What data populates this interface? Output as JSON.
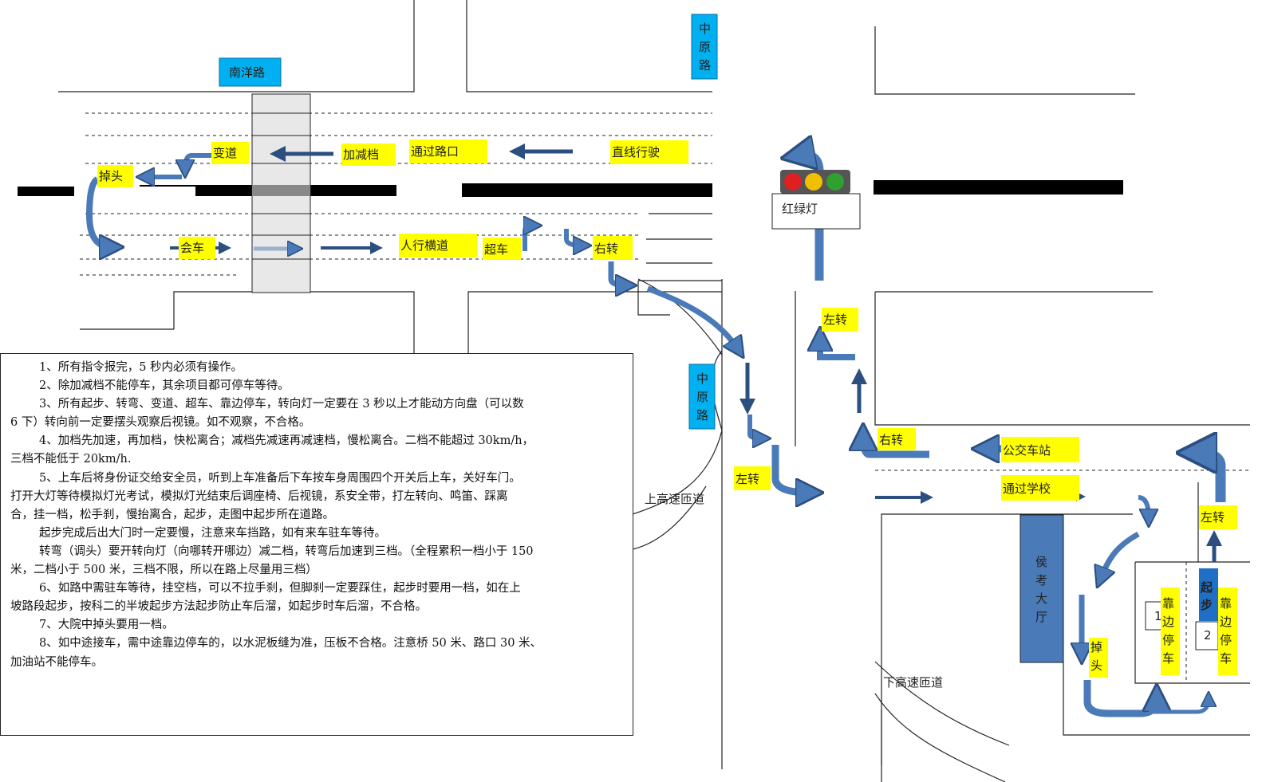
{
  "roads": {
    "nanyang": "南洋路",
    "zhongyuan_top": [
      "中",
      "原",
      "路"
    ],
    "zhongyuan_mid": [
      "中",
      "原",
      "路"
    ],
    "ramp_up": "上高速匝道",
    "ramp_down": "下高速匝道"
  },
  "labels": {
    "lane_change": "变道",
    "gear_change": "加减档",
    "pass_intersection": "通过路口",
    "straight": "直线行驶",
    "u_turn_top": "掉头",
    "meet_car": "会车",
    "crosswalk": "人行横道",
    "overtake": "超车",
    "right_turn_top": "右转",
    "traffic_light": "红绿灯",
    "left_turn_mid": "左转",
    "right_turn_mid": "右转",
    "left_turn_low": "左转",
    "bus_stop": "公交车站",
    "pass_school": "通过学校",
    "left_turn_right": "左转",
    "u_turn_yard": [
      "掉",
      "头"
    ],
    "pull_over_1": [
      "靠",
      "边",
      "停",
      "车"
    ],
    "pull_over_2": [
      "靠",
      "边",
      "停",
      "车"
    ],
    "start": [
      "起",
      "步"
    ],
    "waiting_hall": [
      "侯",
      "考",
      "大",
      "厅"
    ],
    "spot_1": "1",
    "spot_2": "2"
  },
  "colors": {
    "label_bg": "#ffff00",
    "road_sign": "#00b0f0",
    "arrow": "#4a7ab8",
    "arrow_edge": "#2c4f80",
    "hall": "#4a7ab8",
    "start": "#1f6fc4"
  },
  "rules": [
    {
      "indent": true,
      "text": "1、所有指令报完，5 秒内必须有操作。"
    },
    {
      "indent": true,
      "text": "2、除加减档不能停车，其余项目都可停车等待。"
    },
    {
      "indent": true,
      "text": "3、所有起步、转弯、变道、超车、靠边停车，转向灯一定要在 3 秒以上才能动方向盘（可以数"
    },
    {
      "indent": false,
      "text": "6 下）转向前一定要摆头观察后视镜。如不观察，不合格。"
    },
    {
      "indent": true,
      "text": "4、加档先加速，再加档，快松离合；减档先减速再减速档，慢松离合。二档不能超过 30km/h，"
    },
    {
      "indent": false,
      "text": "三档不能低于 20km/h."
    },
    {
      "indent": true,
      "text": "5、上车后将身份证交给安全员，听到上车准备后下车按车身周围四个开关后上车，关好车门。"
    },
    {
      "indent": false,
      "text": "打开大灯等待模拟灯光考试，模拟灯光结束后调座椅、后视镜，系安全带，打左转向、鸣笛、踩离"
    },
    {
      "indent": false,
      "text": "合，挂一档，松手刹，慢抬离合，起步，走图中起步所在道路。"
    },
    {
      "indent": true,
      "text": "起步完成后出大门时一定要慢，注意来车挡路，如有来车驻车等待。"
    },
    {
      "indent": true,
      "text": "转弯（调头）要开转向灯（向哪转开哪边）减二档，转弯后加速到三档。（全程累积一档小于 150"
    },
    {
      "indent": false,
      "text": "米，二档小于 500 米，三档不限，所以在路上尽量用三档）"
    },
    {
      "indent": true,
      "text": "6、如路中需驻车等待，挂空档，可以不拉手刹，但脚刹一定要踩住，起步时要用一档，如在上"
    },
    {
      "indent": false,
      "text": "坡路段起步，按科二的半坡起步方法起步防止车后溜，如起步时车后溜，不合格。"
    },
    {
      "indent": true,
      "text": "7、大院中掉头要用一档。"
    },
    {
      "indent": true,
      "text": "8、如中途接车，需中途靠边停车的，以水泥板缝为准，压板不合格。注意桥 50 米、路口 30 米、"
    },
    {
      "indent": false,
      "text": "加油站不能停车。"
    }
  ]
}
